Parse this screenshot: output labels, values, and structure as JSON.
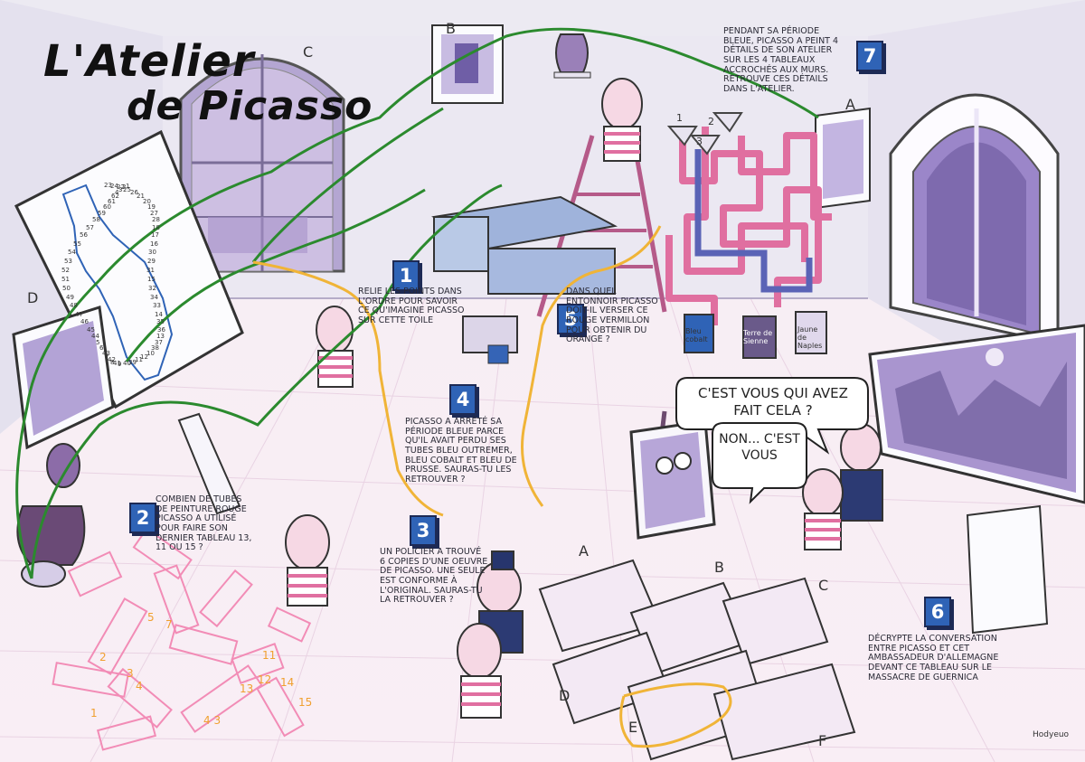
{
  "title": {
    "line1": "L'Atelier",
    "line2": "de Picasso"
  },
  "puzzles": [
    {
      "number": "1",
      "text": "Relie les points dans l'ordre pour savoir ce qu'imagine Picasso sur cette toile"
    },
    {
      "number": "2",
      "text": "Combien de tubes de peinture rouge Picasso a utilisé pour faire son dernier tableau 13, 11 ou 15 ?"
    },
    {
      "number": "3",
      "text": "Un policier a trouvé 6 copies d'une oeuvre de Picasso. Une seule est conforme à l'original. Sauras-tu la retrouver ?"
    },
    {
      "number": "4",
      "text": "Picasso a arrêté sa période bleue parce qu'il avait perdu ses tubes bleu outremer, bleu cobalt et bleu de Prusse. Sauras-tu les retrouver ?"
    },
    {
      "number": "5",
      "text": "Dans quel entonnoir Picasso doit-il verser ce rouge vermillon pour obtenir du orange ?"
    },
    {
      "number": "6",
      "text": "Décrypte la conversation entre Picasso et cet ambassadeur d'Allemagne devant ce tableau sur le massacre de Guernica"
    },
    {
      "number": "7",
      "text": "Pendant sa période bleue, Picasso a peint 4 détails de son atelier sur les 4 tableaux accrochés aux murs. Retrouve ces détails dans l'atelier."
    }
  ],
  "dialogue": {
    "ambassador": "C'est vous qui avez fait cela ?",
    "picasso": "Non... c'est vous"
  },
  "wall_labels": {
    "a": "A",
    "b": "B",
    "c": "C",
    "d": "D"
  },
  "copy_labels": [
    "A",
    "B",
    "C",
    "D",
    "E",
    "F"
  ],
  "funnel_labels": [
    "1",
    "2",
    "3"
  ],
  "paint_cans": [
    "Bleu cobalt",
    "Terre de Sienne",
    "Jaune de Naples"
  ],
  "tube_numbers": [
    "5",
    "7",
    "1",
    "2",
    "3",
    "4",
    "11",
    "12",
    "14",
    "13",
    "15",
    "4 3"
  ],
  "dot_numbers": [
    "23",
    "24",
    "22",
    "25",
    "26",
    "21",
    "20",
    "19",
    "27",
    "28",
    "18",
    "17",
    "16",
    "30",
    "29",
    "31",
    "15",
    "32",
    "34",
    "33",
    "14",
    "35",
    "36",
    "13",
    "37",
    "38",
    "10",
    "12",
    "11",
    "39",
    "40",
    "9",
    "41",
    "8",
    "42",
    "7",
    "43",
    "6",
    "5",
    "44",
    "45",
    "46",
    "47",
    "48",
    "49",
    "50",
    "51",
    "52",
    "53",
    "54",
    "55",
    "56",
    "57",
    "58",
    "59",
    "60",
    "61",
    "62",
    "4",
    "3",
    "2",
    "1"
  ],
  "signature": "Hodyeuo",
  "colors": {
    "route_green": "#2b8a2e",
    "route_orange": "#f0b437",
    "accent_pink": "#e06fa0",
    "purple": "#8a76b8",
    "blue_tube": "#2f63b6",
    "tube_red": "#f28cb6"
  }
}
